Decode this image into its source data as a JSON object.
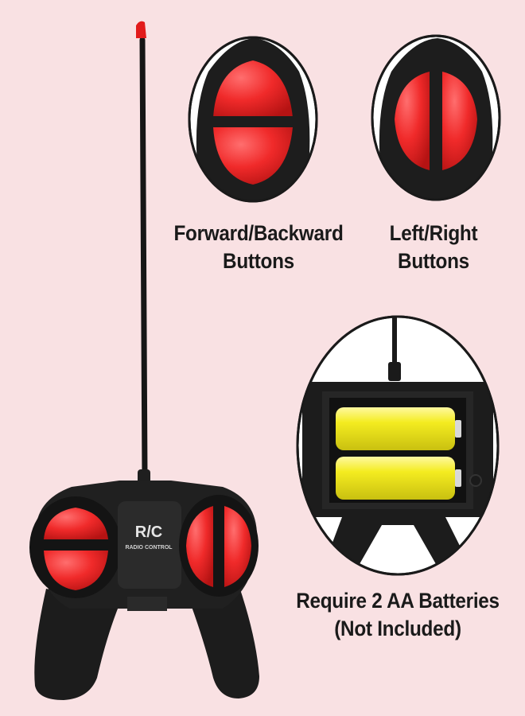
{
  "captions": {
    "forward_backward_line1": "Forward/Backward",
    "forward_backward_line2": "Buttons",
    "left_right_line1": "Left/Right",
    "left_right_line2": "Buttons",
    "batteries_line1": "Require 2 AA Batteries",
    "batteries_line2": "(Not Included)"
  },
  "controller": {
    "badge_text": "R/C",
    "badge_subtext": "RADIO CONTROL"
  },
  "colors": {
    "background": "#f9e1e3",
    "button_red": "#ef2b2b",
    "body_black": "#1c1c1c",
    "battery_yellow": "#f2ea1c",
    "antenna_tip": "#e21b1b"
  }
}
